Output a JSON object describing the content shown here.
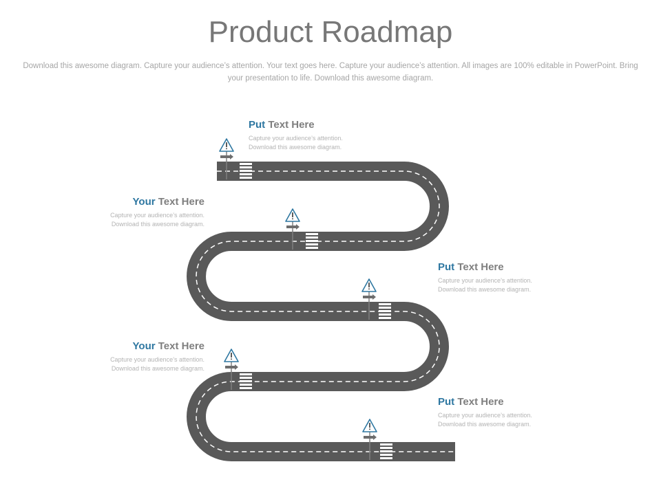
{
  "slide": {
    "title": "Product Roadmap",
    "subtitle": "Download this awesome diagram. Capture your audience’s attention. Your text goes here. Capture your audience’s attention. All images are 100% editable in PowerPoint. Bring your presentation to life. Download this awesome diagram."
  },
  "labels": [
    {
      "key": "Put",
      "rest": " Text Here",
      "line1": "Capture your audience’s attention.",
      "line2": "Download this awesome diagram."
    },
    {
      "key": "Your",
      "rest": " Text Here",
      "line1": "Capture your audience’s attention.",
      "line2": "Download this awesome diagram."
    },
    {
      "key": "Put",
      "rest": " Text Here",
      "line1": "Capture your audience’s attention.",
      "line2": "Download this awesome diagram."
    },
    {
      "key": "Your",
      "rest": " Text Here",
      "line1": "Capture your audience’s attention.",
      "line2": "Download this awesome diagram."
    },
    {
      "key": "Put",
      "rest": " Text Here",
      "line1": "Capture your audience’s attention.",
      "line2": "Download this awesome diagram."
    }
  ],
  "colors": {
    "road": "#595959",
    "road_dash": "#ffffff",
    "accent": "#2e77a1",
    "sign_border": "#2e77a1",
    "sign_pole": "#7f7f7f"
  },
  "icons": [
    "warning-sign-icon",
    "direction-arrow-icon",
    "crosswalk-icon"
  ]
}
